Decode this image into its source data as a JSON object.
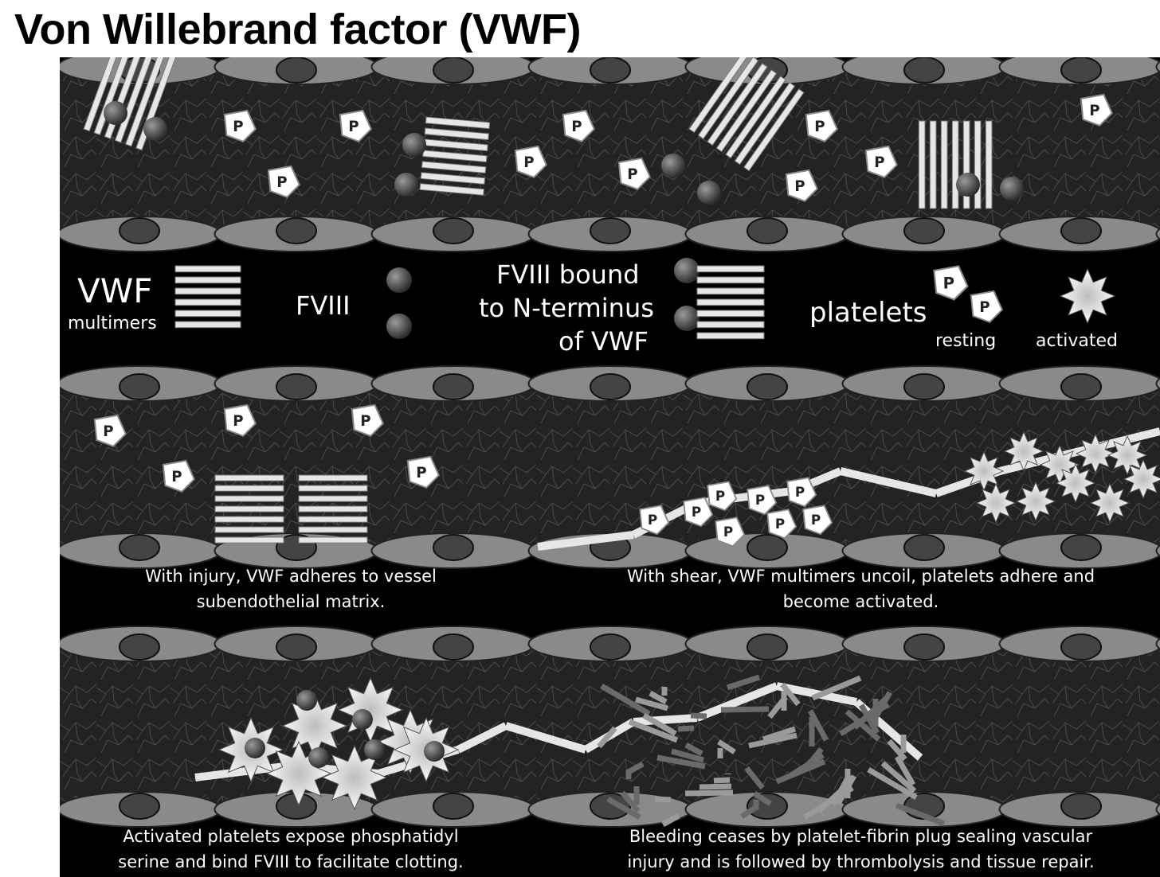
{
  "title": "Von Willebrand factor (VWF)",
  "legend": {
    "vwf_big": "VWF",
    "vwf_small": "multimers",
    "fviii": "FVIII",
    "fviii_bound_1": "FVIII bound",
    "fviii_bound_2": "to N-terminus",
    "fviii_bound_3": "of VWF",
    "platelets": "platelets",
    "resting": "resting",
    "activated": "activated"
  },
  "captions": {
    "injury": [
      "With injury, VWF adheres to vessel",
      "subendothelial matrix."
    ],
    "shear": [
      "With shear, VWF multimers uncoil, platelets adhere and",
      "become activated."
    ],
    "activated": [
      "Activated platelets expose phosphatidyl",
      "serine and bind FVIII to facilitate clotting."
    ],
    "bleeding": [
      "Bleeding ceases by platelet-fibrin plug sealing vascular",
      "injury and is followed by thrombolysis and tissue repair."
    ]
  },
  "platelet_symbol": "P",
  "colors": {
    "background": "#000000",
    "matrix": "#2a2a2a",
    "cell": "#8a8a8a",
    "nucleus": "#444444",
    "strand": "#e6e6e6"
  }
}
